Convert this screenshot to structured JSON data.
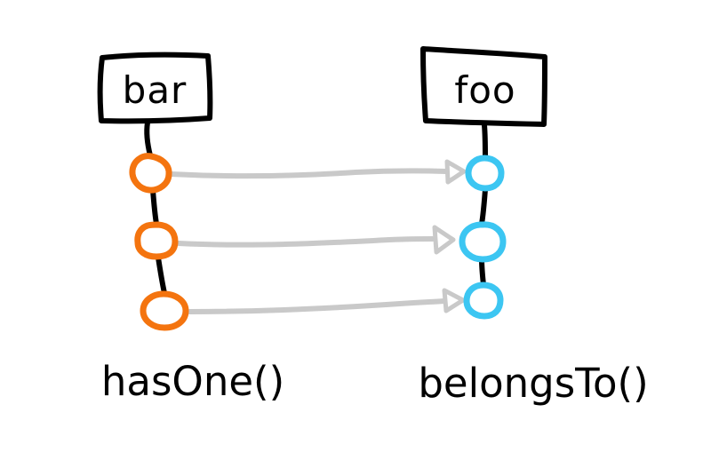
{
  "colors": {
    "ink": "#000000",
    "orange": "#f4740f",
    "blue": "#3cc6f2",
    "arrow_gray": "#c9c9c9",
    "background": "#ffffff"
  },
  "left": {
    "entity_label": "bar",
    "method_label": "hasOne()",
    "port_count": 3,
    "port_color_name": "orange"
  },
  "right": {
    "entity_label": "foo",
    "method_label": "belongsTo()",
    "port_count": 3,
    "port_color_name": "blue"
  },
  "arrows": {
    "count": 3,
    "direction": "left-to-right",
    "from_entity": "bar",
    "to_entity": "foo"
  }
}
